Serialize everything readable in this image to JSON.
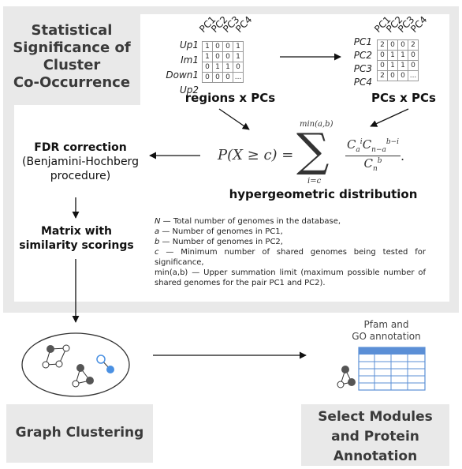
{
  "title_box": {
    "lines": [
      "Statistical",
      "Significance of",
      "Cluster",
      "Co-Occurrence"
    ]
  },
  "left_matrix": {
    "columns": [
      "PC1",
      "PC2",
      "PC3",
      "PC4"
    ],
    "rows": [
      "Up1",
      "Im1",
      "Down1",
      "Up2"
    ],
    "cells": [
      [
        "1",
        "0",
        "0",
        "1"
      ],
      [
        "1",
        "0",
        "0",
        "1"
      ],
      [
        "0",
        "1",
        "1",
        "0"
      ],
      [
        "0",
        "0",
        "0",
        "..."
      ]
    ],
    "caption": "regions x PCs"
  },
  "right_matrix": {
    "columns": [
      "PC1",
      "PC2",
      "PC3",
      "PC4"
    ],
    "rows": [
      "PC1",
      "PC2",
      "PC3",
      "PC4"
    ],
    "cells": [
      [
        "2",
        "0",
        "0",
        "2"
      ],
      [
        "0",
        "1",
        "1",
        "0"
      ],
      [
        "0",
        "1",
        "1",
        "0"
      ],
      [
        "2",
        "0",
        "0",
        "..."
      ]
    ],
    "caption": "PCs x PCs"
  },
  "formula": {
    "lhs": "P(X ≥ c) =",
    "upper": "min(a,b)",
    "lower": "i=c",
    "caption": "hypergeometric distribution"
  },
  "fdr": {
    "title": "FDR correction",
    "detail": "(Benjamini-Hochberg procedure)"
  },
  "matrix_sim": {
    "line1": "Matrix with",
    "line2": "similarity scorings"
  },
  "legend": [
    {
      "sym": "N",
      "text": " — Total number of genomes in the database,"
    },
    {
      "sym": "a",
      "text": " — Number of genomes in PC1,"
    },
    {
      "sym": "b",
      "text": " — Number of genomes in PC2,"
    },
    {
      "sym": "c",
      "text": " — Minimum number of shared genomes being tested for significance,"
    },
    {
      "sym": "min(a,b)",
      "text": " — Upper summation limit (maximum possible number of shared genomes for the pair PC1 and PC2)."
    }
  ],
  "annotation_label": {
    "line1": "Pfam and",
    "line2": "GO annotation"
  },
  "graph_clustering": {
    "label": "Graph Clustering"
  },
  "select_modules": {
    "lines": [
      "Select Modules",
      "and Protein",
      "Annotation"
    ]
  },
  "colors": {
    "panel": "#e9e9e9",
    "node_blue": "#4a90e2",
    "node_dark": "#555555",
    "table_blue": "#5b8fd6"
  }
}
